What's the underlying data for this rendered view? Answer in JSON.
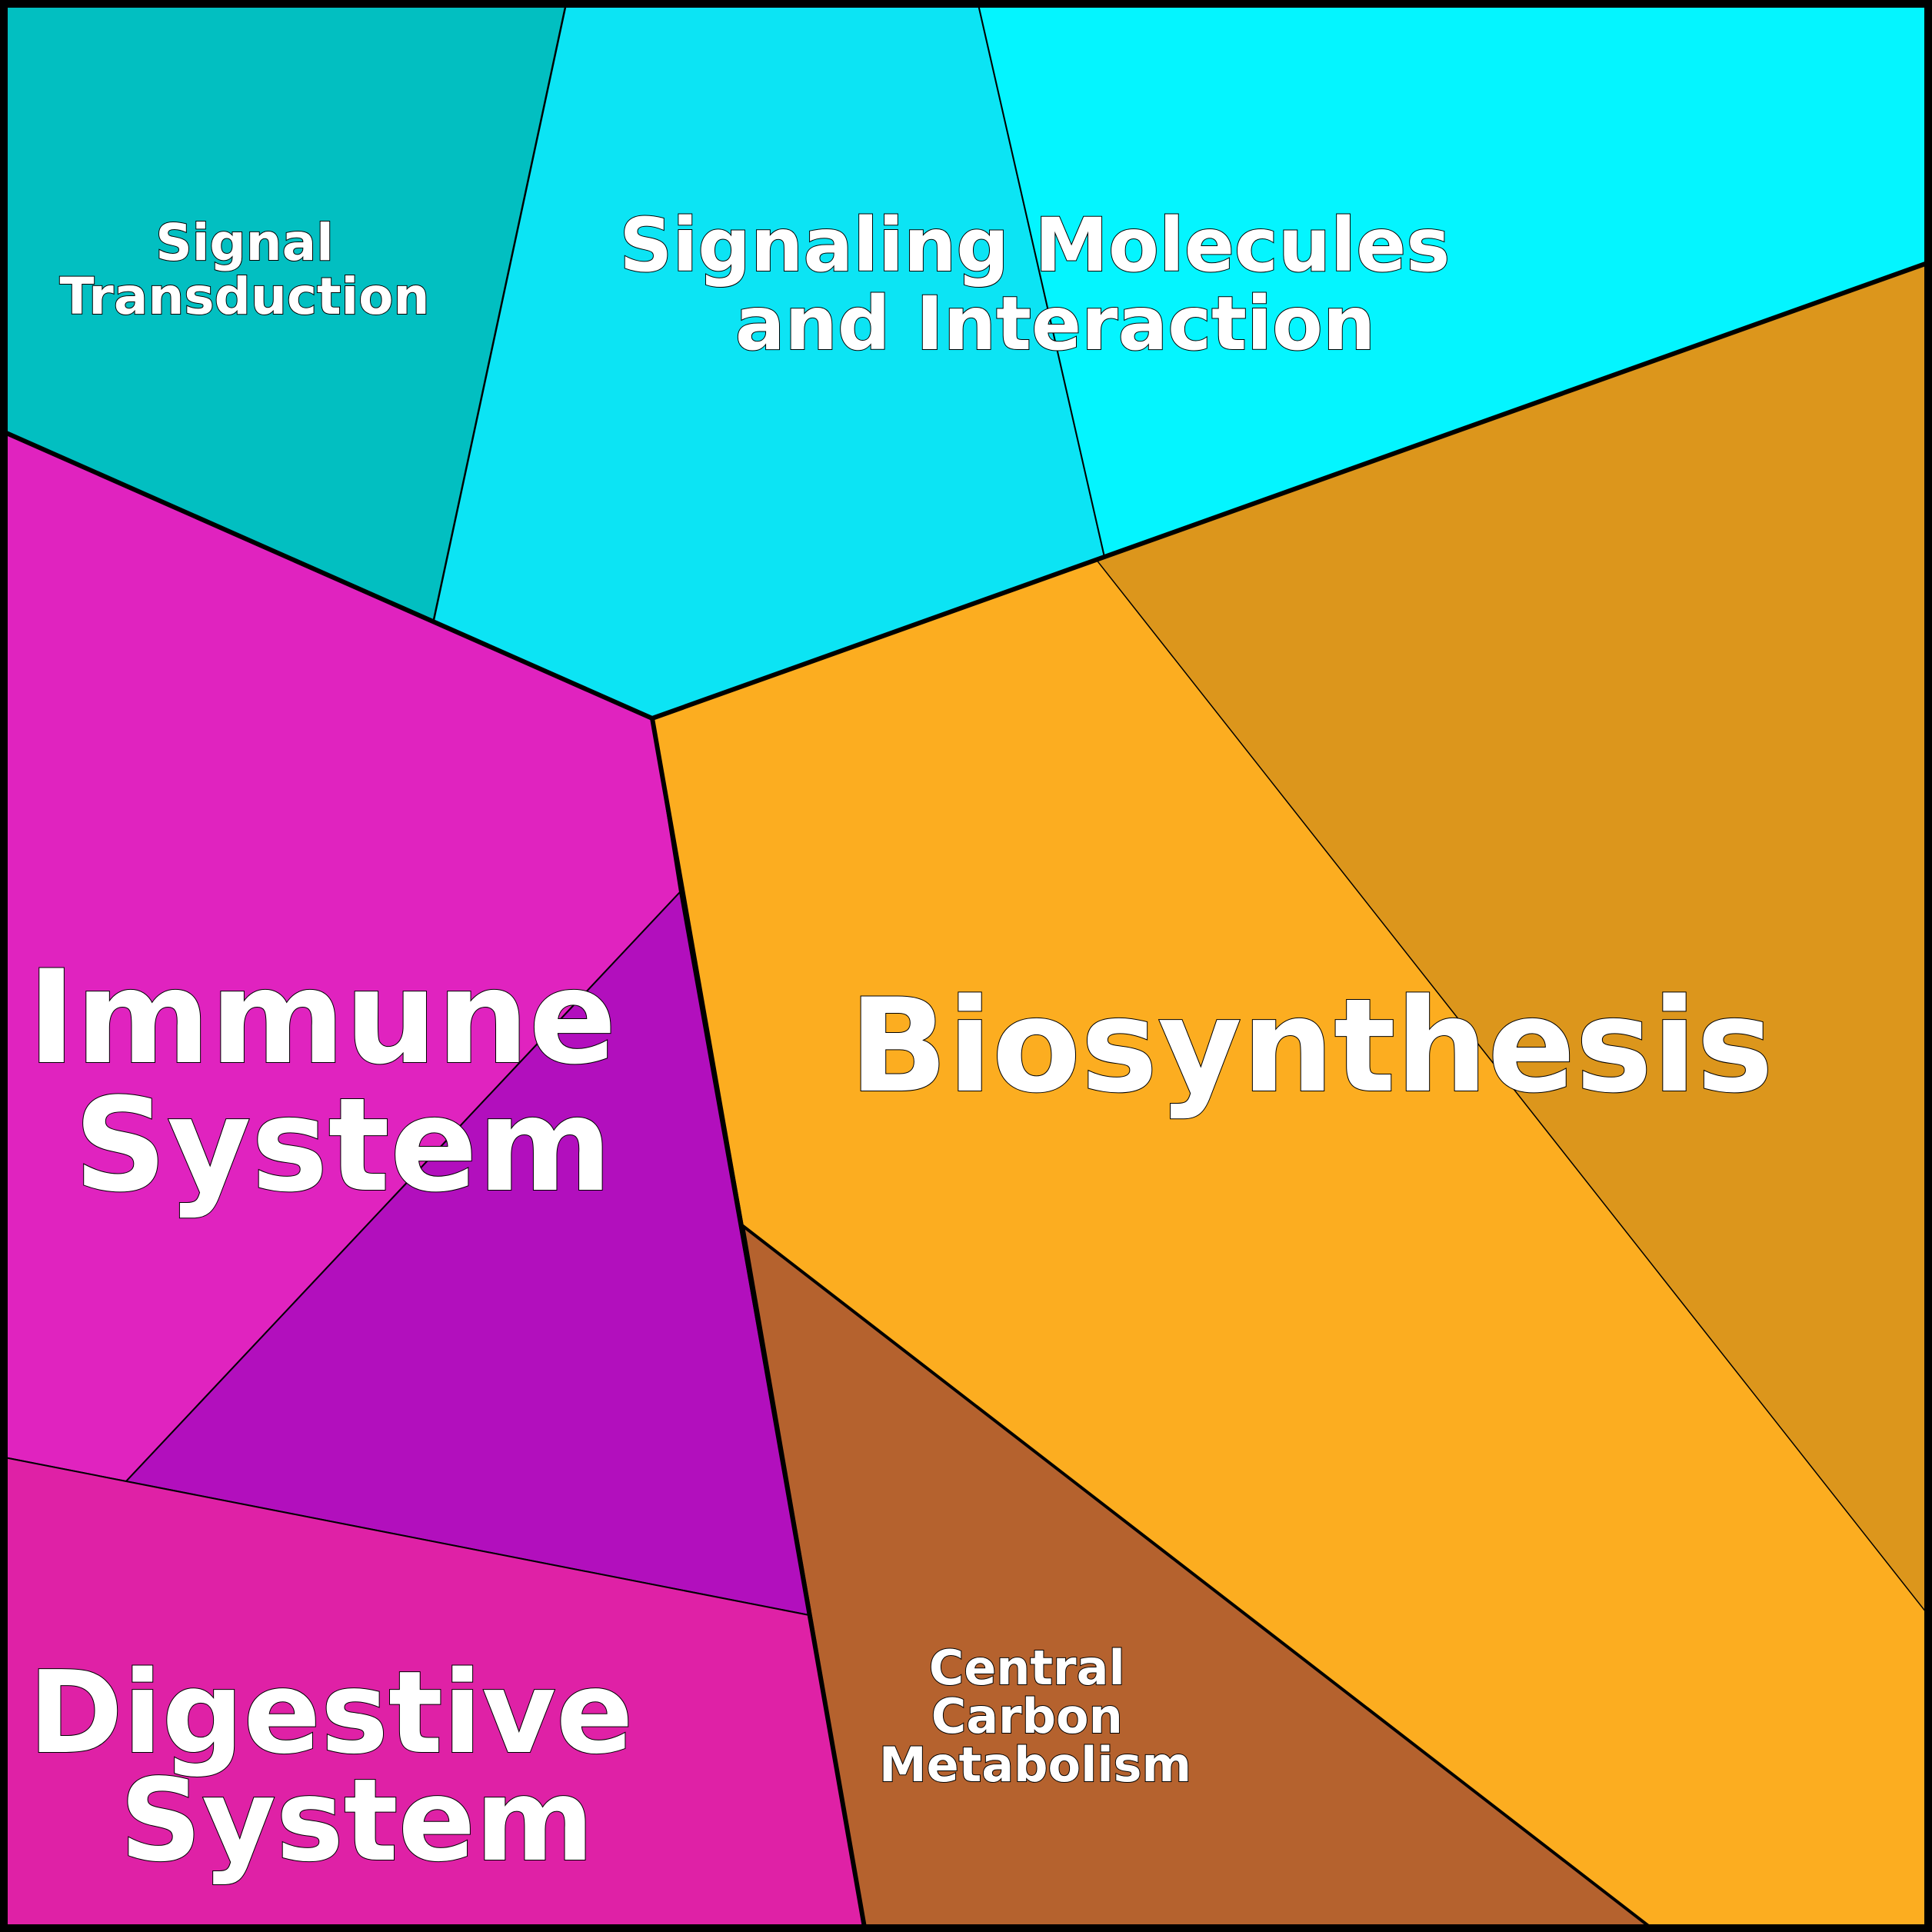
{
  "regions": [
    {
      "id": "signal-transduction",
      "label_lines": [
        "Signal",
        "Transduction"
      ],
      "color": "#02bfc1"
    },
    {
      "id": "signaling-molecules",
      "label_lines": [
        "Signaling Molecules",
        "and Interaction"
      ],
      "color": "#0ce4f4"
    },
    {
      "id": "signaling-right",
      "label_lines": [],
      "color": "#04f5ff"
    },
    {
      "id": "immune-upper",
      "label_lines": [
        "Immune",
        "System"
      ],
      "color": "#e023bf"
    },
    {
      "id": "immune-lower",
      "label_lines": [],
      "color": "#b20fbd"
    },
    {
      "id": "digestive-system",
      "label_lines": [
        "Digestive",
        "System"
      ],
      "color": "#df21a6"
    },
    {
      "id": "biosynthesis",
      "label_lines": [
        "Biosynthesis"
      ],
      "color": "#fcad20"
    },
    {
      "id": "biosynthesis-right",
      "label_lines": [],
      "color": "#dc961c"
    },
    {
      "id": "central-carbon",
      "label_lines": [
        "Central",
        "Carbon",
        "Metabolism"
      ],
      "color": "#b5622e"
    }
  ],
  "colors": {
    "border": "#000000",
    "label_fill": "#ffffff",
    "label_outline": "#000000"
  }
}
